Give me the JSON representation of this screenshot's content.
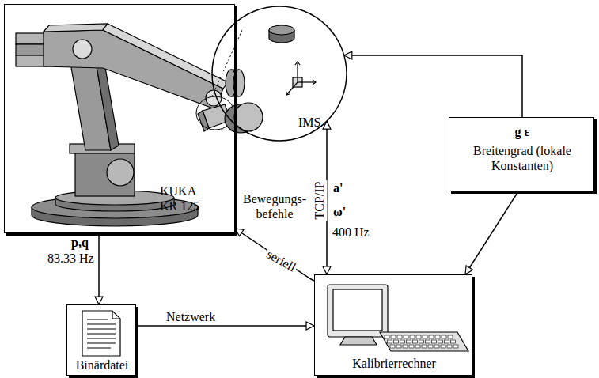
{
  "diagram": {
    "nodes": [
      {
        "text": [
          "KUKA KR 125"
        ]
      },
      {
        "text": [
          "IMS"
        ]
      },
      {
        "text": [
          "g ε",
          "Breitengrad (lokale Konstanten)"
        ]
      },
      {
        "text": [
          "Binärdatei"
        ]
      },
      {
        "text": [
          "Kalibrierrechner"
        ]
      }
    ],
    "edges": [
      {
        "from": 0,
        "to": 3,
        "arrow": "to",
        "label": "p,q"
      },
      {
        "from": 3,
        "to": 4,
        "arrow": "to",
        "label": "Netzwerk"
      },
      {
        "from": 4,
        "to": 0,
        "arrow": "to",
        "label": "seriell"
      },
      {
        "from": 1,
        "to": 4,
        "arrow": "both",
        "label": "TCP/IP"
      },
      {
        "from": 2,
        "to": 1,
        "arrow": "to"
      },
      {
        "from": 2,
        "to": 4,
        "arrow": "to"
      }
    ],
    "labels": [
      "83.33 Hz",
      "Bewegungs- befehle",
      "a'",
      "ω'",
      "400 Hz"
    ]
  }
}
